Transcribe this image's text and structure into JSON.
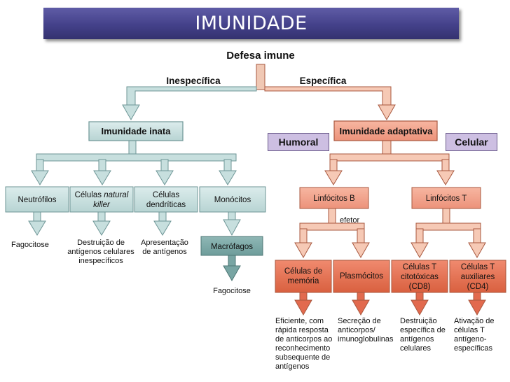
{
  "header": {
    "title": "IMUNIDADE"
  },
  "root": "Defesa imune",
  "branches": {
    "left": "Inespecífica",
    "right": "Específica"
  },
  "innate": {
    "title": "Imunidade inata",
    "cells": [
      {
        "lines": [
          "Neutrófilos"
        ]
      },
      {
        "lines": [
          "Células ",
          "natural",
          "killer"
        ]
      },
      {
        "lines": [
          "Células",
          "dendríticas"
        ]
      },
      {
        "lines": [
          "Monócitos"
        ]
      }
    ],
    "functions": [
      [
        "Fagocitose"
      ],
      [
        "Destruição de",
        "antígenos celulares",
        "inespecíficos"
      ],
      [
        "Apresentação",
        "de antígenos"
      ]
    ],
    "macrophage": "Macrófagos",
    "macrophage_function": "Fagocitose"
  },
  "adaptive": {
    "title": "Imunidade adaptativa",
    "humoral_tag": "Humoral",
    "cellular_tag": "Celular",
    "b_cells": "Linfócitos B",
    "t_cells": "Linfócitos T",
    "effector": "efetor",
    "cells": [
      [
        "Células de",
        "memória"
      ],
      [
        "Plasmócitos"
      ],
      [
        "Células T",
        "citotóxicas",
        "(CD8)"
      ],
      [
        "Células T",
        "auxiliares",
        "(CD4)"
      ]
    ],
    "functions": [
      [
        "Eficiente, com",
        "rápida resposta",
        "de anticorpos ao",
        "reconhecimento",
        "subsequente de",
        "antígenos"
      ],
      [
        "Secreção de",
        "anticorpos/",
        "imunoglobulinas"
      ],
      [
        "Destruição",
        "específica de",
        "antígenos",
        "celulares"
      ],
      [
        "Ativação de",
        "células T",
        "antígeno-",
        "específicas"
      ]
    ]
  },
  "colors": {
    "header": "#44418a",
    "innate_fill": "#c7dfde",
    "innate_stroke": "#6e9696",
    "macrophage_fill": "#78a5a3",
    "adaptive_fill": "#f2a690",
    "adaptive_light": "#f6c9b5",
    "adaptive_dark": "#e26a4e",
    "adaptive_stroke": "#a8583f",
    "root_fill": "#f0c8b4",
    "tag_fill": "#cdbfe2"
  }
}
